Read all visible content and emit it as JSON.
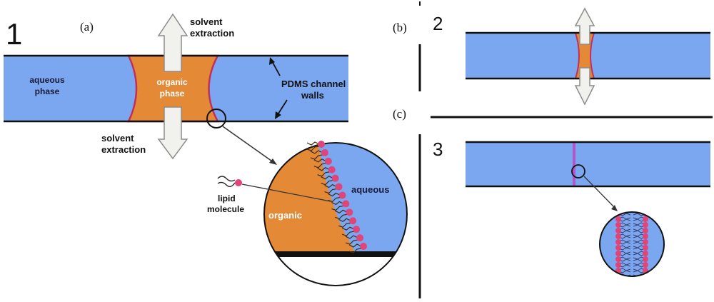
{
  "panels": {
    "p1": {
      "number": "1",
      "letter": "(a)"
    },
    "p2": {
      "number": "2",
      "letter": "(b)"
    },
    "p3": {
      "number": "3",
      "letter": "(c)"
    }
  },
  "labels": {
    "aqueous_phase_l1": "aqueous",
    "aqueous_phase_l2": "phase",
    "organic_phase_l1": "organic",
    "organic_phase_l2": "phase",
    "solvent_top_l1": "solvent",
    "solvent_top_l2": "extraction",
    "solvent_bottom_l1": "solvent",
    "solvent_bottom_l2": "extraction",
    "pdms_l1": "PDMS channel",
    "pdms_l2": "walls",
    "lipid_l1": "lipid",
    "lipid_l2": "molecule",
    "zoom_aqueous": "aqueous",
    "zoom_organic": "organic"
  },
  "colors": {
    "aqueous": "#7ba7f0",
    "organic": "#e48a36",
    "lipid_head": "#e0457a",
    "interface": "#c0305a",
    "bilayer": "#b157c9",
    "wall": "#111111",
    "arrow_fill": "#f1f1ed",
    "arrow_stroke": "#8c8c8c"
  }
}
